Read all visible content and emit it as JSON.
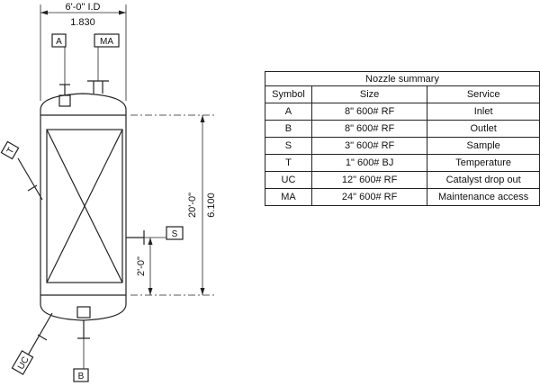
{
  "drawing": {
    "dim_top_imperial": "6'-0\" I.D",
    "dim_top_metric": "1.830",
    "dim_height_imperial": "20'-0\"",
    "dim_height_metric": "6.100",
    "dim_sample_height": "2'-0\"",
    "nozzle_tags": {
      "A": "A",
      "MA": "MA",
      "T": "T",
      "S": "S",
      "UC": "UC",
      "B": "B"
    }
  },
  "summary": {
    "caption": "Nozzle summary",
    "headers": [
      "Symbol",
      "Size",
      "Service"
    ],
    "rows": [
      {
        "symbol": "A",
        "size": "8\" 600# RF",
        "service": "Inlet"
      },
      {
        "symbol": "B",
        "size": "8\" 600# RF",
        "service": "Outlet"
      },
      {
        "symbol": "S",
        "size": "3\" 600# RF",
        "service": "Sample"
      },
      {
        "symbol": "T",
        "size": "1\" 600# BJ",
        "service": "Temperature"
      },
      {
        "symbol": "UC",
        "size": "12\" 600# RF",
        "service": "Catalyst drop out"
      },
      {
        "symbol": "MA",
        "size": "24\" 600# RF",
        "service": "Maintenance access"
      }
    ]
  }
}
